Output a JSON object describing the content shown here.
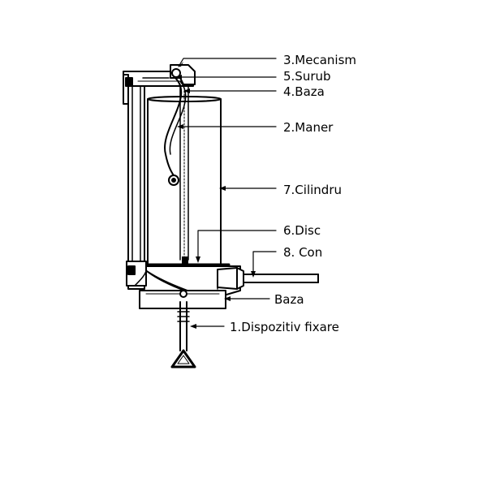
{
  "labels": {
    "mecanism": "3.Mecanism",
    "surub": "5.Surub",
    "baza_top": "4.Baza",
    "maner": "2.Maner",
    "cilindru": "7.Cilindru",
    "disc": "6.Disc",
    "con": "8. Con",
    "baza_bottom": "Baza",
    "dispozitiv": "1.Dispozitiv fixare"
  }
}
